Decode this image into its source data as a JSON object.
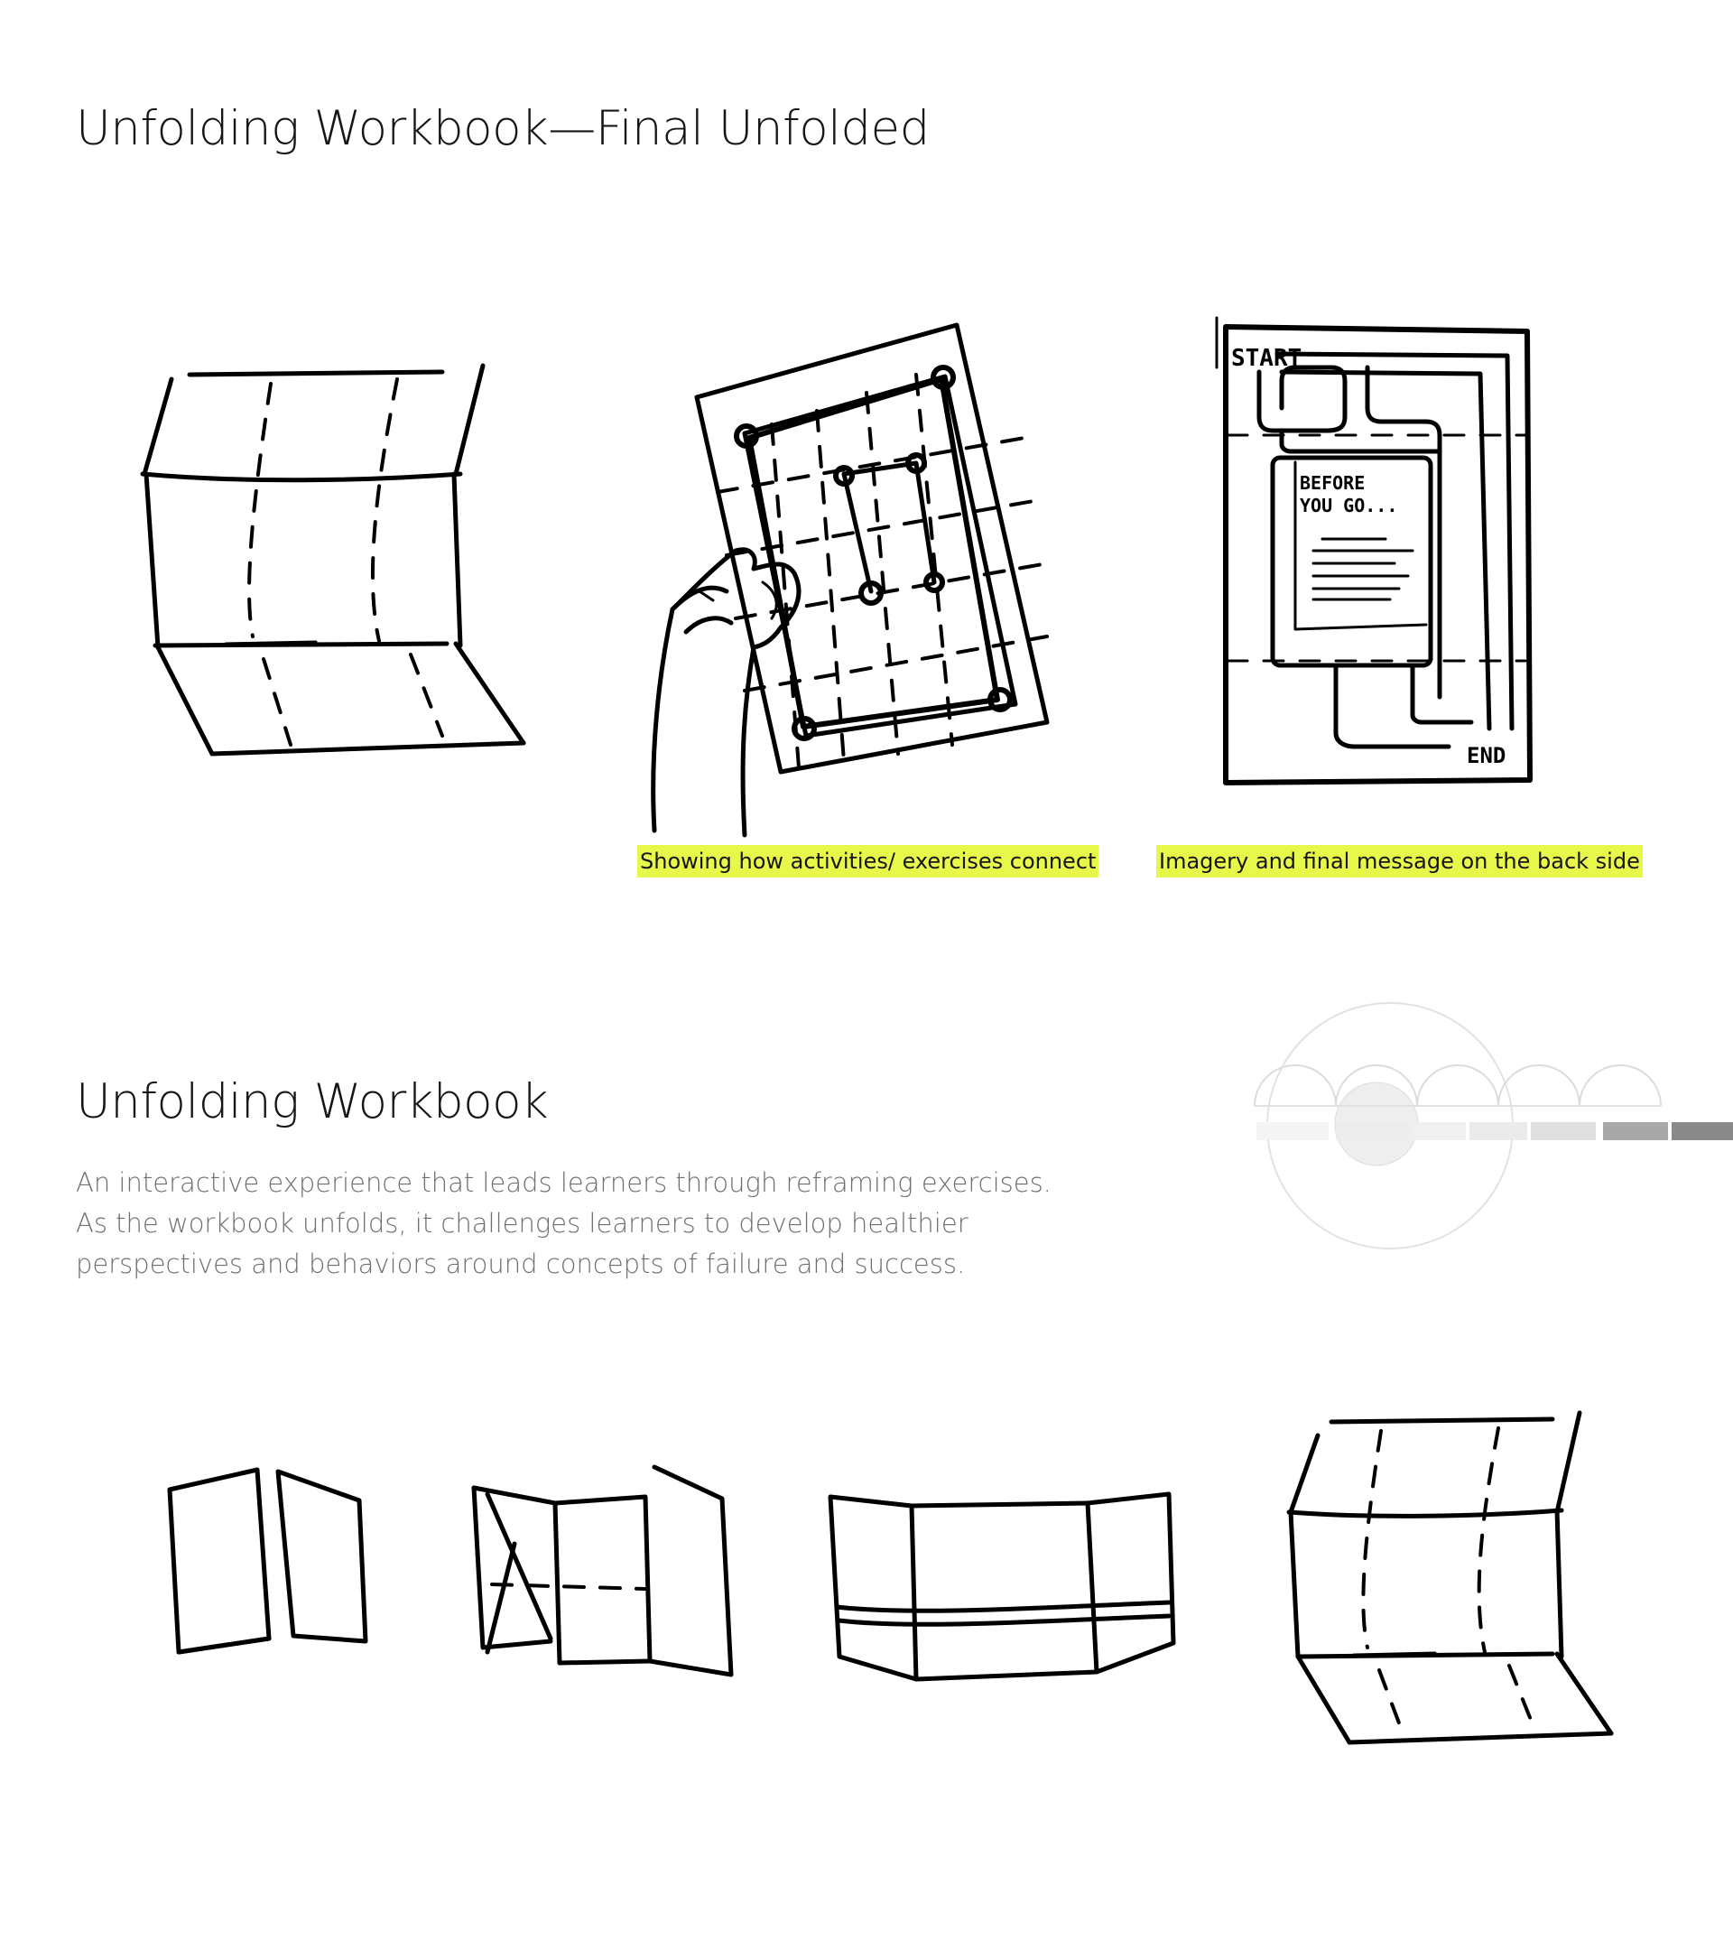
{
  "sections": {
    "final": {
      "title": "Unfolding Workbook—Final Unfolded",
      "captions": [
        "Showing how activities/ exercises connect",
        "Imagery and final message on the back side"
      ],
      "sketch_text": {
        "start": "START",
        "before1": "BEFORE",
        "before2": "YOU GO...",
        "end": "END"
      }
    },
    "workbook": {
      "title": "Unfolding Workbook",
      "description": [
        "An interactive experience that leads learners through reframing exercises.",
        "As the workbook unfolds, it challenges learners to develop healthier",
        "perspectives and behaviors around concepts of failure and success."
      ]
    }
  },
  "colors": {
    "highlight": "#e8f84a",
    "ink": "#000000",
    "text": "#161616",
    "muted_text": "#6f6f6f"
  }
}
